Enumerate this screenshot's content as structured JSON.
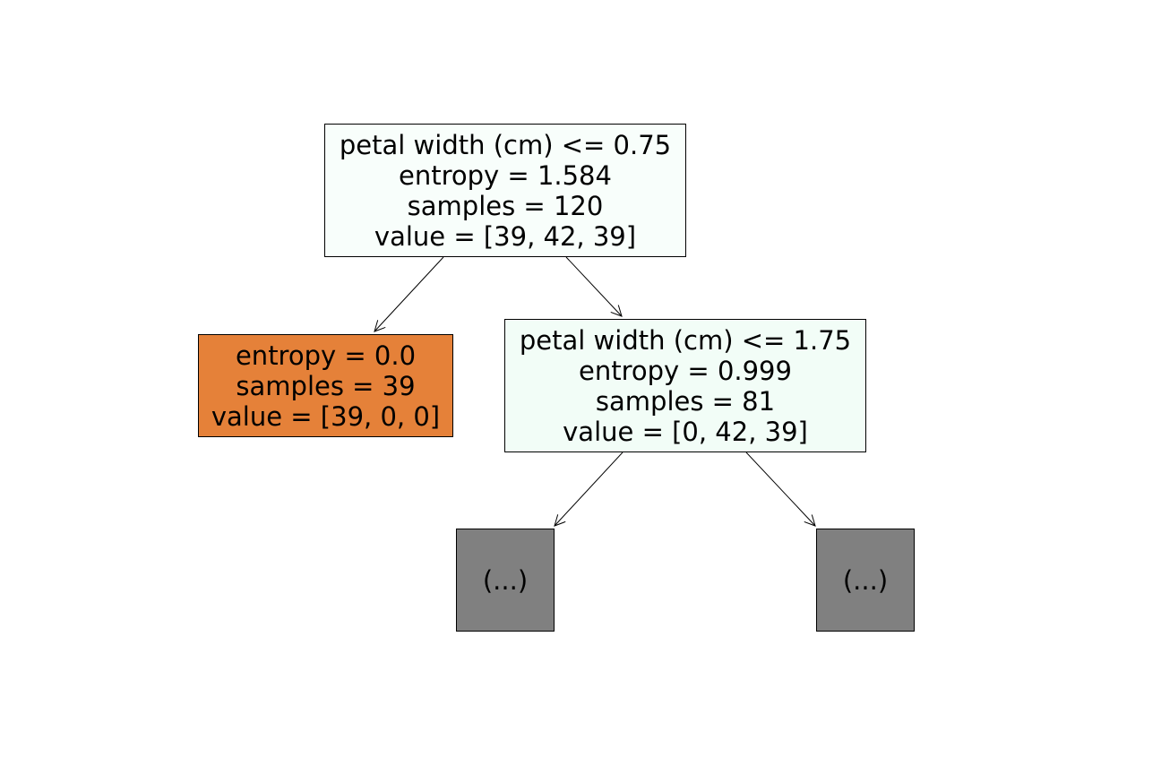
{
  "tree": {
    "nodes": {
      "root": {
        "lines": [
          "petal width (cm) <= 0.75",
          "entropy = 1.584",
          "samples = 120",
          "value = [39, 42, 39]"
        ],
        "fill": "#f8fefb"
      },
      "left": {
        "lines": [
          "entropy = 0.0",
          "samples = 39",
          "value = [39, 0, 0]"
        ],
        "fill": "#e58139"
      },
      "right": {
        "lines": [
          "petal width (cm) <= 1.75",
          "entropy = 0.999",
          "samples = 81",
          "value = [0, 42, 39]"
        ],
        "fill": "#f2fdf7"
      },
      "trunc_left": {
        "lines": [
          "(...)"
        ],
        "fill": "#808080"
      },
      "trunc_right": {
        "lines": [
          "(...)"
        ],
        "fill": "#808080"
      }
    },
    "edges": [
      {
        "from": "root",
        "to": "left"
      },
      {
        "from": "root",
        "to": "right"
      },
      {
        "from": "right",
        "to": "trunc_left"
      },
      {
        "from": "right",
        "to": "trunc_right"
      }
    ]
  }
}
